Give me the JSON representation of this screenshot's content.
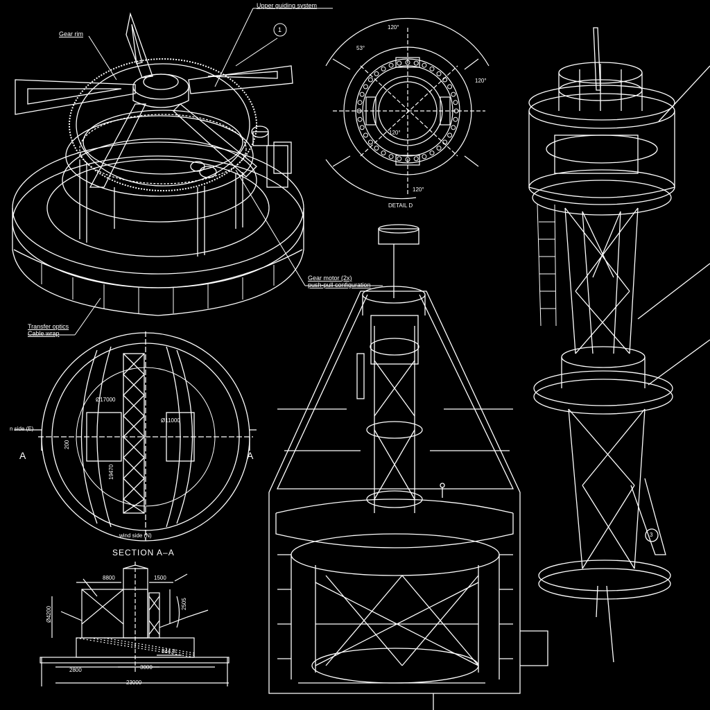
{
  "labels": {
    "upper_guiding": "Upper guiding system",
    "gear_rim": "Gear rim",
    "callout_1": "1",
    "gear_motor_1": "Gear motor (2x)",
    "gear_motor_2": "push-pull configuration",
    "transfer_1": "Transfer optics",
    "transfer_2": "Cable wrap",
    "detail_d": "DETAIL D",
    "ang_top": "120°",
    "ang_53": "53°",
    "ang_right": "120°",
    "ang_mid": "120°",
    "ang_bot": "120°",
    "side_e": "n side (E)",
    "side_n": "wind side (N)",
    "a_left": "A",
    "a_right": "A",
    "d_17000": "Ø17000",
    "d_11000": "Ø11000",
    "d_200": "200",
    "d_19470": "19470",
    "section_aa": "SECTION A–A",
    "d_8800": "8800",
    "d_1500": "1500",
    "d_4200": "Ø4200",
    "d_2505": "2505",
    "d_844": "844,8",
    "d_2800": "2800",
    "d_3000": "3000",
    "d_23000": "23000",
    "callout_3": "3"
  },
  "colors": {
    "background": "#000000",
    "line": "#ffffff"
  }
}
